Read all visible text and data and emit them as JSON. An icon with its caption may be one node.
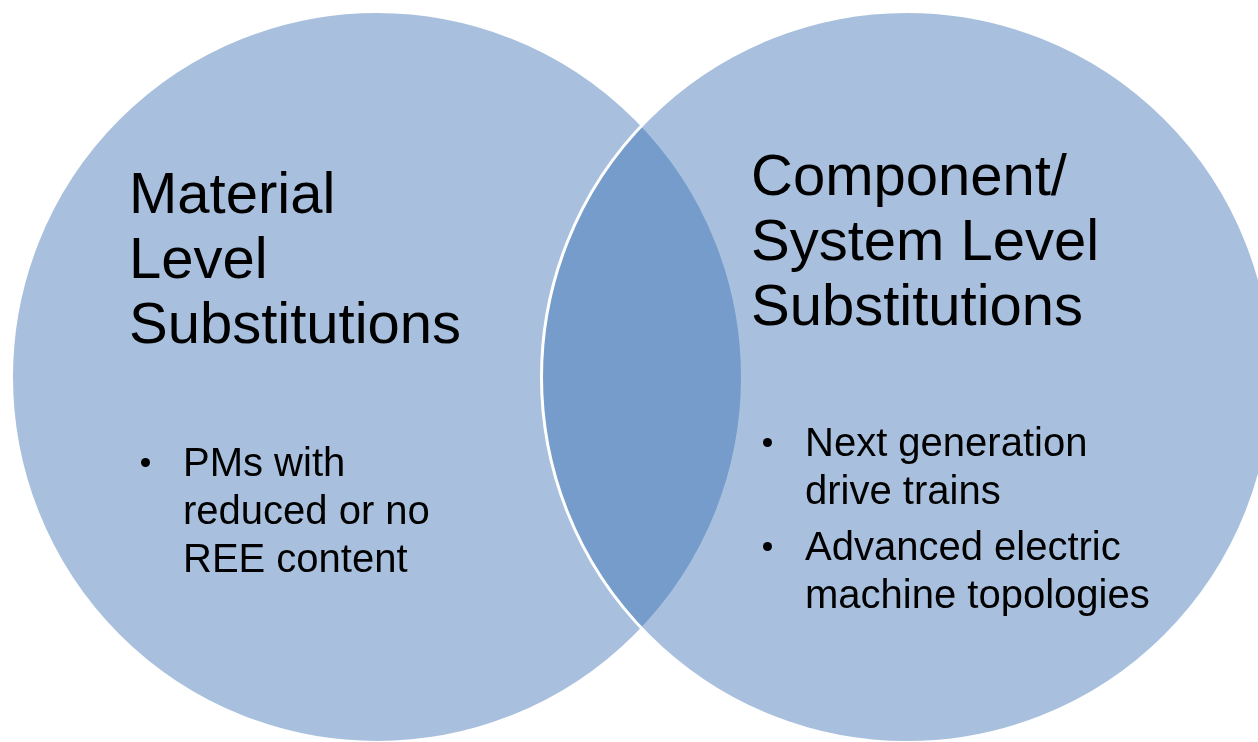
{
  "diagram": {
    "nodes": [
      {
        "text": [
          "Material Level Substitutions",
          "PMs with reduced or no REE content"
        ]
      },
      {
        "text": [
          "Component/ System Level Substitutions",
          "Next generation drive trains",
          "Advanced electric machine topologies"
        ]
      }
    ]
  }
}
